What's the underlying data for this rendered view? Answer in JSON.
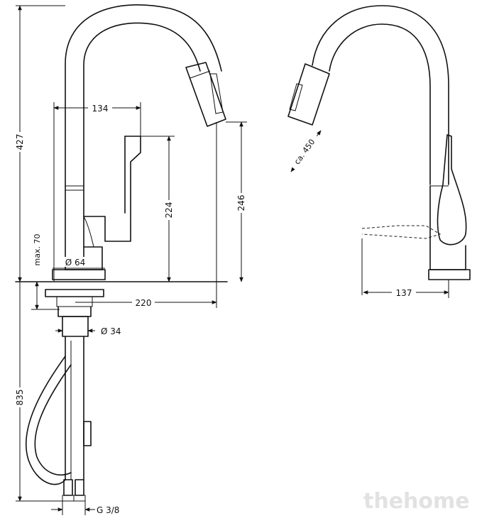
{
  "dimensions": {
    "height_total": "427",
    "spout_reach": "134",
    "lever_height": "224",
    "spout_height": "246",
    "max_deck": "max. 70",
    "base_diameter": "Ø 64",
    "reach_total": "220",
    "shank_diameter": "Ø 34",
    "hose_length": "835",
    "connection": "G 3/8",
    "pullout": "ca. 450",
    "side_reach": "137"
  },
  "watermark": "thehome"
}
